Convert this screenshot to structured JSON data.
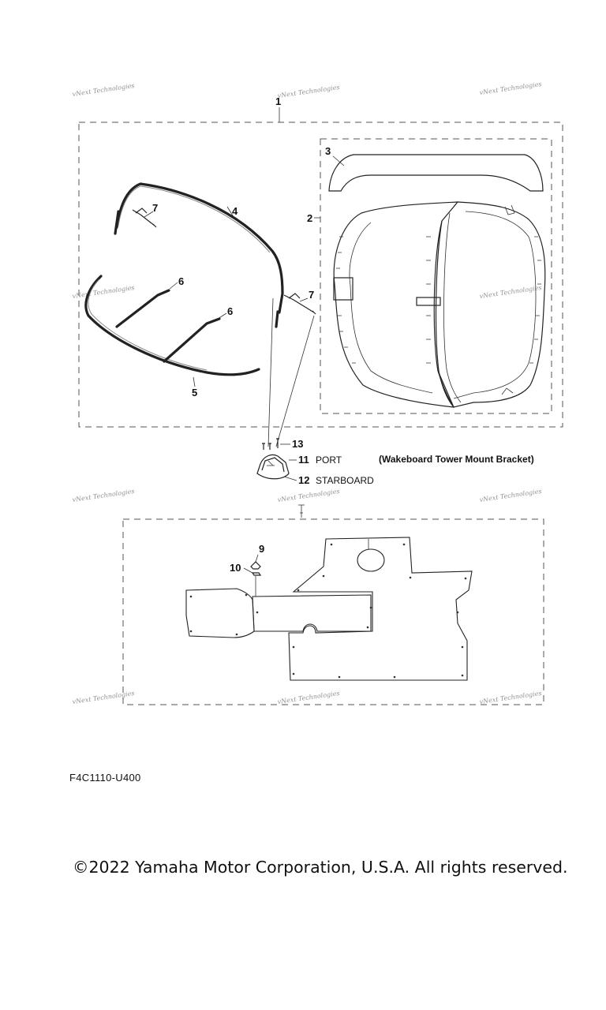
{
  "watermark": "vNext Technologies",
  "callouts": {
    "c1": "1",
    "c2": "2",
    "c3": "3",
    "c4": "4",
    "c5": "5",
    "c6a": "6",
    "c6b": "6",
    "c7a": "7",
    "c7b": "7",
    "c9": "9",
    "c10": "10",
    "c11": "11",
    "c12": "12",
    "c13": "13"
  },
  "labels": {
    "port": "PORT",
    "starboard": "STARBOARD",
    "bracket_note": "(Wakeboard Tower Mount Bracket)"
  },
  "footer": {
    "diagram_code": "F4C1110-U400",
    "copyright": "©2022 Yamaha Motor Corporation, U.S.A. All rights reserved."
  }
}
